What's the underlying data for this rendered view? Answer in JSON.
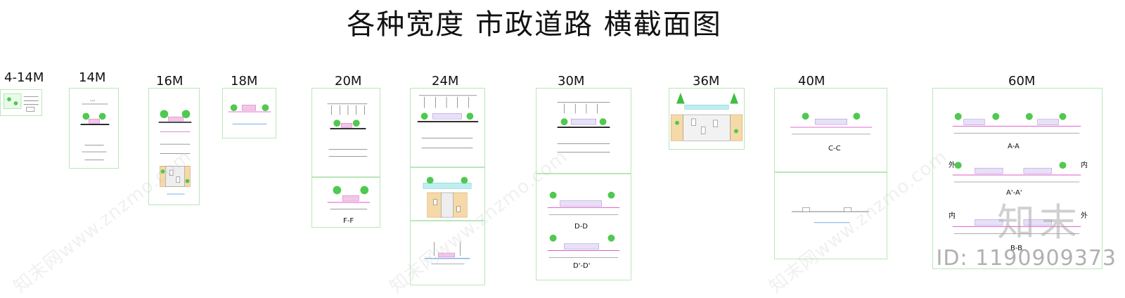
{
  "title": "各种宽度 市政道路 横截面图",
  "widths": [
    "4-14M",
    "14M",
    "16M",
    "18M",
    "20M",
    "24M",
    "30M",
    "36M",
    "40M",
    "60M"
  ],
  "sections": {
    "ff": "F-F",
    "cc": "C-C",
    "dd": "D-D",
    "dd2": "D'-D'",
    "aa": "A-A",
    "aa2": "A'-A'",
    "bb": "B-B",
    "wai": "外",
    "nei": "内"
  },
  "watermark": "知末网www.znzmo.com",
  "logo": "知末",
  "id_text": "ID: 1190909373"
}
